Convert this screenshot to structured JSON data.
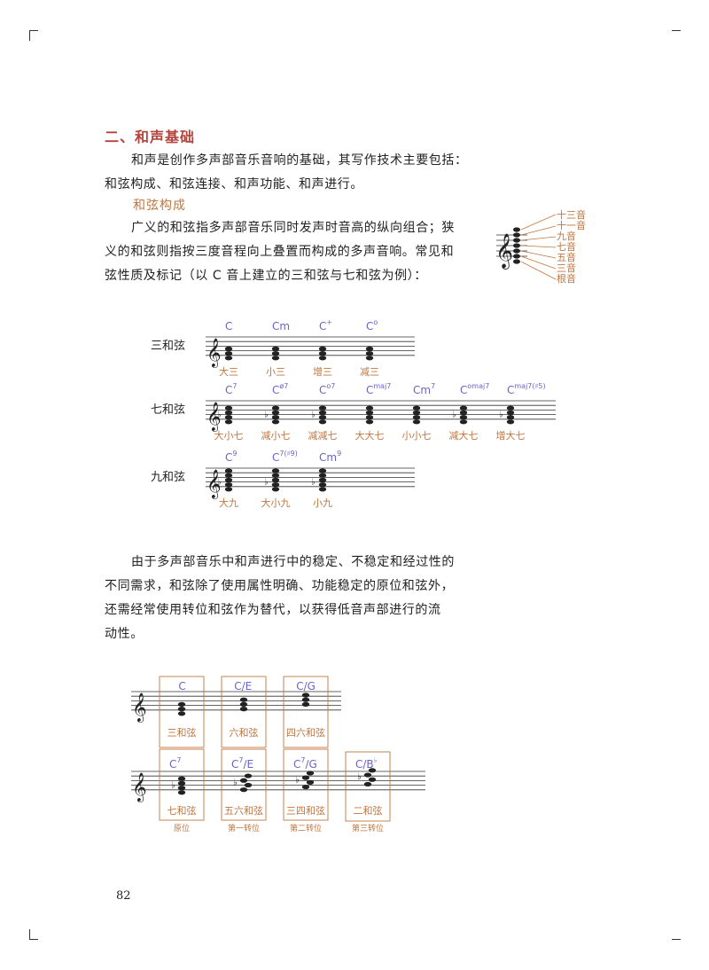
{
  "section_heading": "二、和声基础",
  "intro": [
    "和声是创作多声部音乐音响的基础，其写作技术主要包括：",
    "和弦构成、和弦连接、和声功能、和声进行。"
  ],
  "subheading": "和弦构成",
  "definition": [
    "广义的和弦指多声部音乐同时发声时音高的纵向组合；狭",
    "义的和弦则指按三度音程向上叠置而构成的多声音响。常见和",
    "弦性质及标记（以 C 音上建立的三和弦与七和弦为例）："
  ],
  "stack_diagram": {
    "labels": [
      "十三音",
      "十一音",
      "九音",
      "七音",
      "五音",
      "三音",
      "根音"
    ]
  },
  "chord_rows": [
    {
      "label": "三和弦",
      "chords": [
        {
          "symbol": "C",
          "sup": "",
          "name": "大三"
        },
        {
          "symbol": "Cm",
          "sup": "",
          "name": "小三"
        },
        {
          "symbol": "C",
          "sup": "+",
          "name": "增三"
        },
        {
          "symbol": "C",
          "sup": "o",
          "name": "减三"
        }
      ]
    },
    {
      "label": "七和弦",
      "chords": [
        {
          "symbol": "C",
          "sup": "7",
          "name": "大小七"
        },
        {
          "symbol": "C",
          "sup": "ø7",
          "name": "减小七"
        },
        {
          "symbol": "C",
          "sup": "o7",
          "name": "减减七"
        },
        {
          "symbol": "C",
          "sup": "maj7",
          "name": "大大七"
        },
        {
          "symbol": "Cm",
          "sup": "7",
          "name": "小小七"
        },
        {
          "symbol": "C",
          "sup": "omaj7",
          "name": "减大七"
        },
        {
          "symbol": "C",
          "sup": "maj7(♯5)",
          "name": "增大七"
        }
      ]
    },
    {
      "label": "九和弦",
      "chords": [
        {
          "symbol": "C",
          "sup": "9",
          "name": "大九"
        },
        {
          "symbol": "C",
          "sup": "7(♯9)",
          "name": "大小九"
        },
        {
          "symbol": "Cm",
          "sup": "9",
          "name": "小九"
        }
      ]
    }
  ],
  "paragraph2": [
    "由于多声部音乐中和声进行中的稳定、不稳定和经过性的",
    "不同需求，和弦除了使用属性明确、功能稳定的原位和弦外，",
    "还需经常使用转位和弦作为替代，以获得低音声部进行的流",
    "动性。"
  ],
  "inversions": {
    "triads": [
      {
        "symbol": "C",
        "sup": "",
        "tail": "",
        "name": "三和弦"
      },
      {
        "symbol": "C/E",
        "sup": "",
        "tail": "",
        "name": "六和弦"
      },
      {
        "symbol": "C/G",
        "sup": "",
        "tail": "",
        "name": "四六和弦"
      }
    ],
    "sevenths": [
      {
        "symbol": "C",
        "sup": "7",
        "tail": "",
        "name": "七和弦",
        "position": "原位"
      },
      {
        "symbol": "C",
        "sup": "7",
        "tail": "/E",
        "name": "五六和弦",
        "position": "第一转位"
      },
      {
        "symbol": "C",
        "sup": "7",
        "tail": "/G",
        "name": "三四和弦",
        "position": "第二转位"
      },
      {
        "symbol": "C/B",
        "sup": "♭",
        "tail": "",
        "name": "二和弦",
        "position": "第三转位"
      }
    ]
  },
  "page_number": "82",
  "colors": {
    "heading": "#b5433c",
    "accent": "#c0763f",
    "chord_symbol": "#6a64c8"
  }
}
